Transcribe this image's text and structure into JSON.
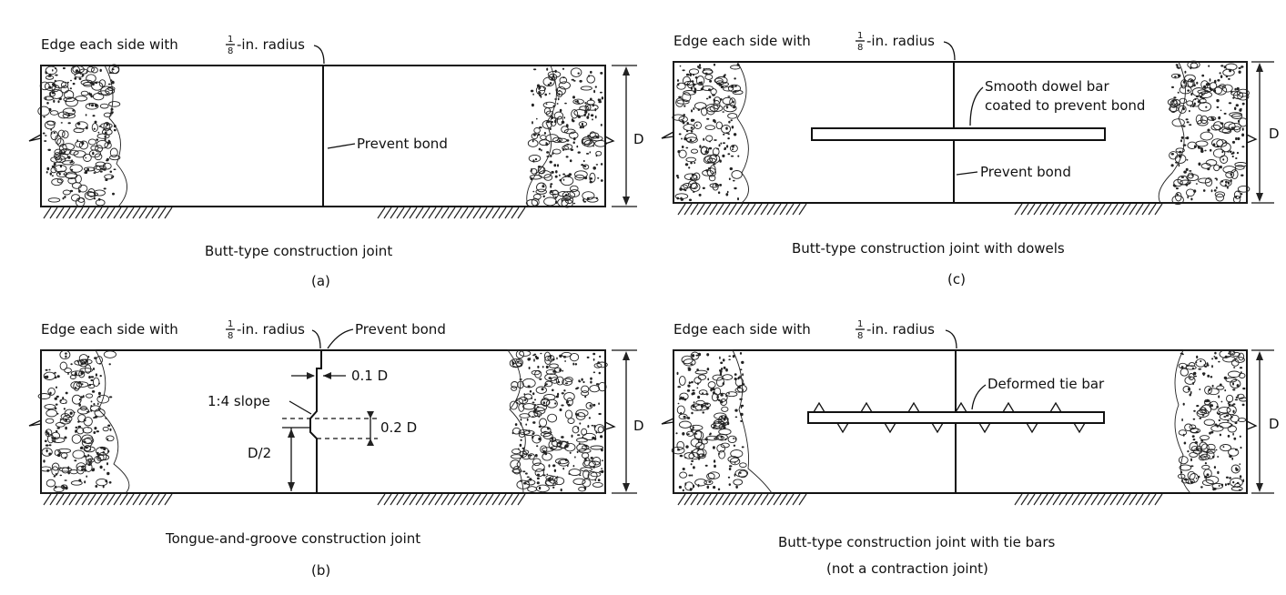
{
  "panels": [
    {
      "id": "a",
      "edge_label_prefix": "Edge each side with",
      "edge_fraction_num": "1",
      "edge_fraction_den": "8",
      "edge_label_suffix": "-in. radius",
      "callouts": [
        "Prevent bond"
      ],
      "depth_label": "D",
      "caption": "Butt-type construction joint",
      "letter": "(a)"
    },
    {
      "id": "b",
      "edge_label_prefix": "Edge each side with",
      "edge_fraction_num": "1",
      "edge_fraction_den": "8",
      "edge_label_suffix": "-in. radius",
      "callouts": [
        "Prevent bond",
        "0.1 D",
        "1:4 slope",
        "0.2 D",
        "D/2"
      ],
      "depth_label": "D",
      "caption": "Tongue-and-groove construction joint",
      "letter": "(b)"
    },
    {
      "id": "c",
      "edge_label_prefix": "Edge each side with",
      "edge_fraction_num": "1",
      "edge_fraction_den": "8",
      "edge_label_suffix": "-in. radius",
      "callouts": [
        "Smooth dowel bar",
        "coated to prevent bond",
        "Prevent bond"
      ],
      "depth_label": "D",
      "caption": "Butt-type construction joint with dowels",
      "letter": "(c)"
    },
    {
      "id": "d",
      "edge_label_prefix": "Edge each side with",
      "edge_fraction_num": "1",
      "edge_fraction_den": "8",
      "edge_label_suffix": "-in. radius",
      "callouts": [
        "Deformed tie bar"
      ],
      "depth_label": "D",
      "caption": "Butt-type construction joint with tie bars",
      "caption2": "(not a contraction joint)"
    }
  ]
}
